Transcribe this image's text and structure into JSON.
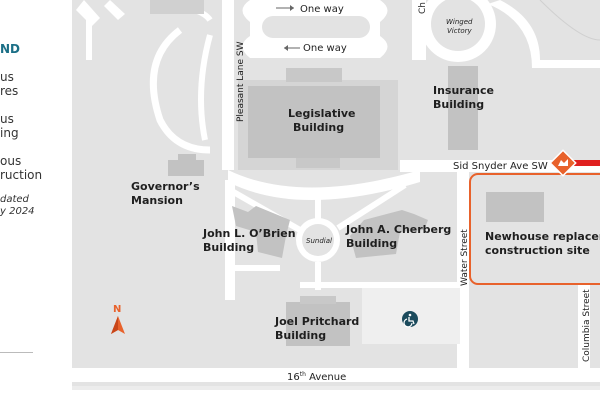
{
  "legend": {
    "heading": "ND",
    "items": [
      {
        "line1": "us",
        "line2": "res"
      },
      {
        "line1": "us",
        "line2": "ing"
      },
      {
        "line1": "ous",
        "line2": "ruction"
      }
    ],
    "updated_line1": "dated",
    "updated_line2": "y 2024"
  },
  "streets": {
    "one_way_top": "One way",
    "one_way_bottom": "One way",
    "pleasant_lane": "Pleasant Lane SW",
    "sid_snyder": "Sid Snyder Ave SW",
    "water_street": "Water Street",
    "columbia_street": "Columbia Street",
    "avenue_16_prefix": "16",
    "avenue_16_sup": "th",
    "avenue_16_suffix": " Avenue",
    "top_cut": "Ch"
  },
  "landmarks": {
    "winged_victory_1": "Winged",
    "winged_victory_2": "Victory",
    "sundial": "Sundial"
  },
  "buildings": {
    "legislative_1": "Legislative",
    "legislative_2": "Building",
    "insurance_1": "Insurance",
    "insurance_2": "Building",
    "governors_1": "Governor’s",
    "governors_2": "Mansion",
    "obrien_1": "John L. O’Brien",
    "obrien_2": "Building",
    "cherberg_1": "John A. Cherberg",
    "cherberg_2": "Building",
    "newhouse_1": "Newhouse replacem",
    "newhouse_2": "construction site",
    "pritchard_1": "Joel Pritchard",
    "pritchard_2": "Building"
  },
  "north_arrow_label": "N",
  "colors": {
    "land": "#e3e3e3",
    "road": "#ffffff",
    "building": "#c2c2c2",
    "building_outline": "#9a9a9a",
    "construction_outline": "#e8622c",
    "closure_red": "#e0201f",
    "accent_teal": "#1b6f86",
    "north_orange": "#e8622c"
  },
  "icons": [
    "north-arrow-icon",
    "accessible-parking-icon",
    "construction-warning-icon",
    "one-way-arrow-icon"
  ]
}
